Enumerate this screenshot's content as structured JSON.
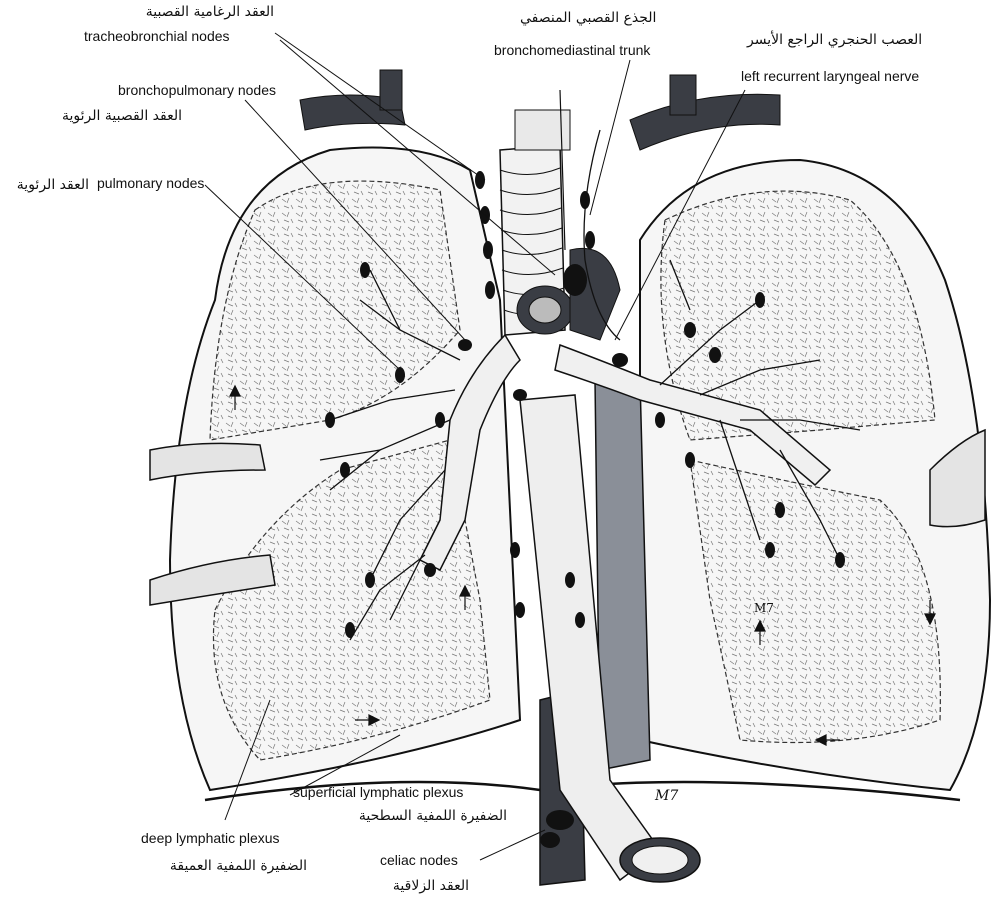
{
  "labels": {
    "tracheobronchial": {
      "en": "tracheobronchial nodes",
      "ar": "العقد الرغامية القصبية"
    },
    "bronchomediastinal": {
      "en": "bronchomediastinal trunk",
      "ar": "الجذع القصبي المنصفي"
    },
    "left_recurrent": {
      "en": "left recurrent laryngeal nerve",
      "ar": "العصب الحنجري الراجع الأيسر"
    },
    "bronchopulmonary": {
      "en": "bronchopulmonary nodes",
      "ar": "العقد القصبية الرئوية"
    },
    "pulmonary": {
      "en": "pulmonary nodes",
      "ar": "العقد الرئوية"
    },
    "superficial_plexus": {
      "en": "superficial lymphatic plexus",
      "ar": "الضفيرة اللمفية السطحية"
    },
    "deep_plexus": {
      "en": "deep lymphatic plexus",
      "ar": "الضفيرة اللمفية العميقة"
    },
    "celiac": {
      "en": "celiac nodes",
      "ar": "العقد الزلاقية"
    }
  },
  "signature": "M7",
  "colors": {
    "ink": "#111111",
    "shade": "#8a8f98",
    "dark": "#3a3d44",
    "paper": "#ffffff"
  }
}
